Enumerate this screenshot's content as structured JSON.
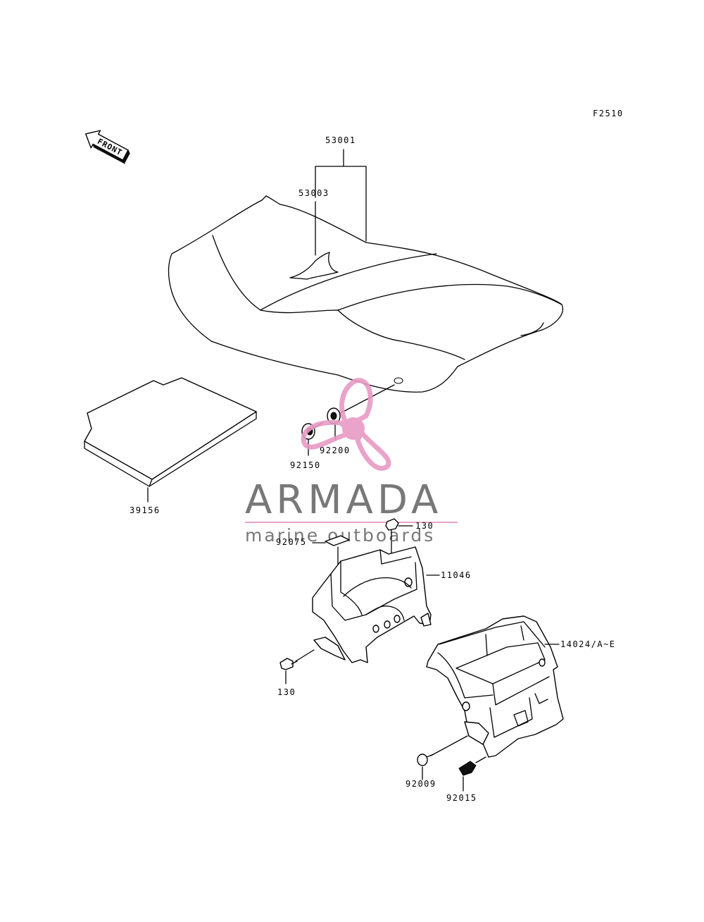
{
  "figure_code": "F2510",
  "front_arrow": {
    "label": "FRONT"
  },
  "parts": {
    "p53001": "53001",
    "p53003": "53003",
    "p39156": "39156",
    "p92150": "92150",
    "p92200": "92200",
    "p130a": "130",
    "p92075": "92075",
    "p11046": "11046",
    "p130b": "130",
    "p14024": "14024/A~E",
    "p92009": "92009",
    "p92015": "92015"
  },
  "watermark": {
    "title": "ARMADA",
    "subtitle": "marine outboards",
    "accent_color": "#e89ac4",
    "text_color": "#6a6a6a"
  }
}
